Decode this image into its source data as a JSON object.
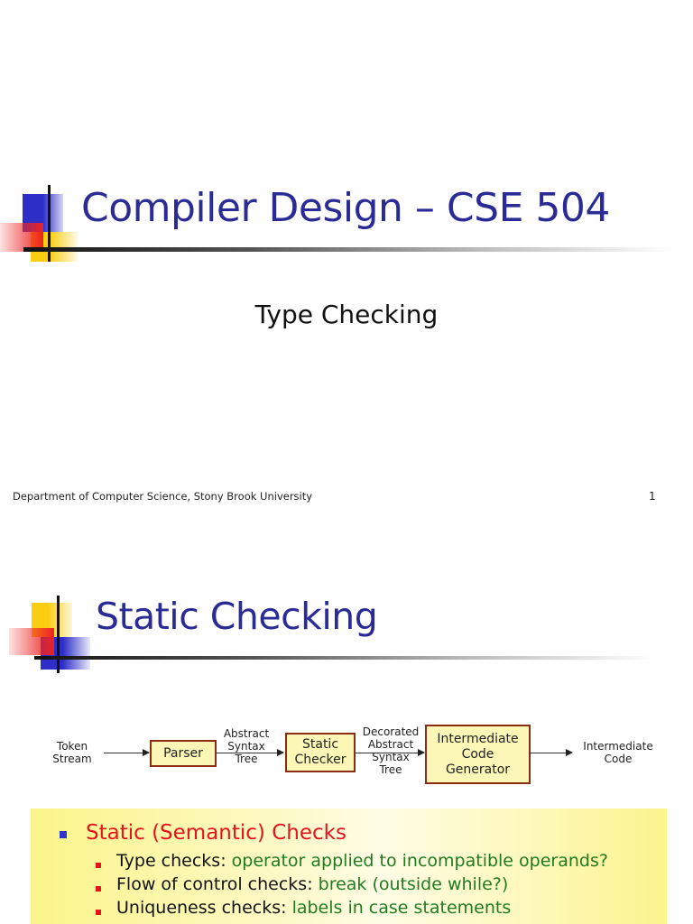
{
  "slide1": {
    "title": "Compiler Design – CSE 504",
    "subtitle": "Type Checking",
    "footer": "Department of Computer Science, Stony Brook University",
    "page_number": "1"
  },
  "slide2": {
    "title": "Static Checking",
    "diagram": {
      "input_label_1": "Token",
      "input_label_2": "Stream",
      "parser": "Parser",
      "ast_label_1": "Abstract",
      "ast_label_2": "Syntax",
      "ast_label_3": "Tree",
      "checker_1": "Static",
      "checker_2": "Checker",
      "dast_label_1": "Decorated",
      "dast_label_2": "Abstract",
      "dast_label_3": "Syntax",
      "dast_label_4": "Tree",
      "icg_1": "Intermediate",
      "icg_2": "Code",
      "icg_3": "Generator",
      "output_label_1": "Intermediate",
      "output_label_2": "Code"
    },
    "bullets": {
      "main": "Static (Semantic) Checks",
      "items": [
        {
          "label": "Type checks: ",
          "detail": "operator applied to incompatible operands?"
        },
        {
          "label": "Flow of control checks: ",
          "detail": "break (outside while?)"
        },
        {
          "label": "Uniqueness checks: ",
          "detail": "labels in case statements"
        }
      ]
    }
  },
  "colors": {
    "title_blue": "#2b2b96",
    "bullet_red": "#e4141e",
    "detail_green": "#217a21",
    "box_fill": "#fcf7b6",
    "box_border": "#8b2d12"
  }
}
